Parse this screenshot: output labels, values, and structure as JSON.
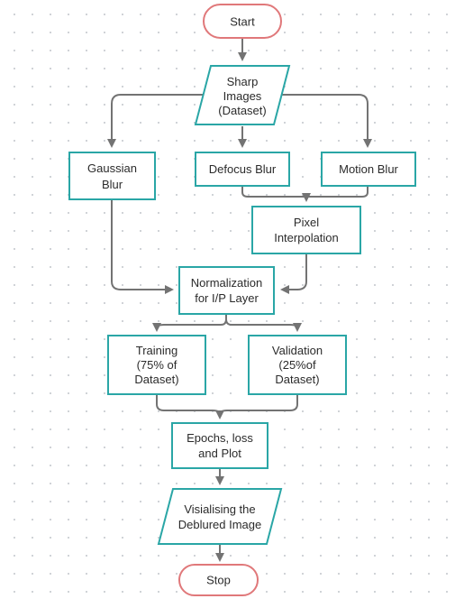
{
  "nodes": {
    "start": {
      "label": "Start"
    },
    "sharp_images": {
      "lines": [
        "Sharp",
        "Images",
        "(Dataset)"
      ]
    },
    "gaussian_blur": {
      "lines": [
        "Gaussian",
        "Blur"
      ]
    },
    "defocus_blur": {
      "lines": [
        "Defocus Blur"
      ]
    },
    "motion_blur": {
      "lines": [
        "Motion Blur"
      ]
    },
    "pixel_interpolation": {
      "lines": [
        "Pixel",
        "Interpolation"
      ]
    },
    "normalization": {
      "lines": [
        "Normalization",
        "for I/P Layer"
      ]
    },
    "training": {
      "lines": [
        "Training",
        "(75% of",
        "Dataset)"
      ]
    },
    "validation": {
      "lines": [
        "Validation",
        "(25%of",
        "Dataset)"
      ]
    },
    "epochs": {
      "lines": [
        "Epochs, loss",
        "and Plot"
      ]
    },
    "visualising": {
      "lines": [
        "Visialising the",
        "Deblured Image"
      ]
    },
    "stop": {
      "label": "Stop"
    }
  },
  "colors": {
    "process_border": "#2aa6a6",
    "terminal_border": "#e0787a",
    "arrow": "#737373",
    "grid_dot": "#c9ccd1"
  }
}
